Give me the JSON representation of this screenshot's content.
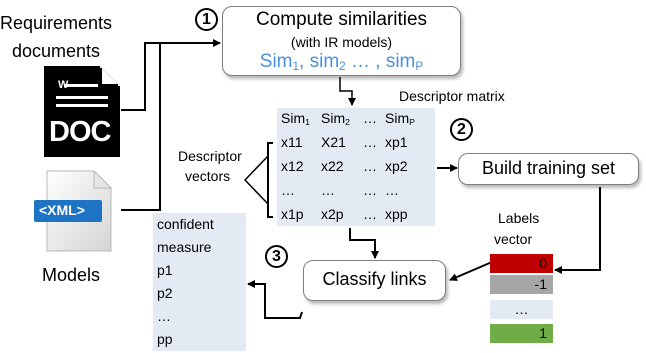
{
  "inputs": {
    "requirements_line1": "Requirements",
    "requirements_line2": "documents",
    "doc_icon_text": "DOC",
    "xml_icon_text": "<XML>",
    "models_label": "Models"
  },
  "step1": {
    "number": "1",
    "title": "Compute similarities",
    "subtitle": "(with IR models)",
    "sim_prefix": "Sim",
    "sim_sub1": "1",
    "sim_mid": ", sim",
    "sim_sub2": "2",
    "sim_tail": " … , sim",
    "sim_subp": "P",
    "accent": "#4a90d9"
  },
  "matrix": {
    "label": "Descriptor matrix",
    "headers": [
      {
        "base": "Sim",
        "sub": "1"
      },
      {
        "base": "Sim",
        "sub": "2"
      },
      {
        "base": "…",
        "sub": ""
      },
      {
        "base": "Sim",
        "sub": "P"
      }
    ],
    "rows": [
      [
        "x11",
        "X21",
        "…",
        "xp1"
      ],
      [
        "x12",
        "x22",
        "…",
        "xp2"
      ],
      [
        "…",
        "…",
        "…",
        "…"
      ],
      [
        "x1p",
        "x2p",
        "…",
        "xpp"
      ]
    ],
    "fill": "#e4eaf4"
  },
  "descriptor_vectors": {
    "line1": "Descriptor",
    "line2": "vectors"
  },
  "step2": {
    "number": "2",
    "title": "Build training set"
  },
  "labels_vector": {
    "title1": "Labels",
    "title2": "vector",
    "cells": [
      {
        "value": "0",
        "color": "#c00000"
      },
      {
        "value": "-1",
        "color": "#a6a6a6"
      },
      {
        "value": "…",
        "color": "#e4eaf4"
      },
      {
        "value": "1",
        "color": "#70ad47"
      }
    ]
  },
  "step3": {
    "number": "3",
    "title": "Classify links"
  },
  "output": {
    "items": [
      "confident",
      "measure",
      "p1",
      "p2",
      "…",
      "pp"
    ]
  }
}
